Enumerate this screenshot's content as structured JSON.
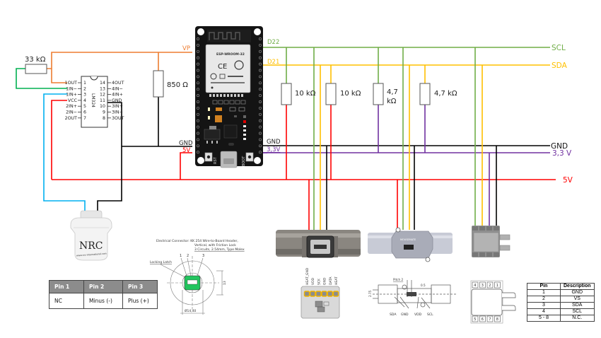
{
  "resistors": {
    "r_33k": "33 kΩ",
    "r_850": "850 Ω",
    "r_10k_a": "10 kΩ",
    "r_10k_b": "10 kΩ",
    "r_4k7_a_line1": "4,7",
    "r_4k7_a_line2": "kΩ",
    "r_4k7_b": "4,7 kΩ"
  },
  "opamp": {
    "chip_label": "LM324",
    "left_pins": [
      {
        "num": "1",
        "name": "1OUT"
      },
      {
        "num": "2",
        "name": "1IN−"
      },
      {
        "num": "3",
        "name": "1IN+"
      },
      {
        "num": "4",
        "name": "VCC"
      },
      {
        "num": "5",
        "name": "2IN+"
      },
      {
        "num": "6",
        "name": "2IN−"
      },
      {
        "num": "7",
        "name": "2OUT"
      }
    ],
    "right_pins": [
      {
        "num": "14",
        "name": "4OUT"
      },
      {
        "num": "13",
        "name": "4IN−"
      },
      {
        "num": "12",
        "name": "4IN+"
      },
      {
        "num": "11",
        "name": "GND"
      },
      {
        "num": "10",
        "name": "3IN+"
      },
      {
        "num": "9",
        "name": "3IN−"
      },
      {
        "num": "8",
        "name": "3OUT"
      }
    ]
  },
  "esp32": {
    "module_label": "ESP-WROOM-32",
    "pin_vp": "VP",
    "pin_gnd_left": "GND",
    "pin_5v": "5V",
    "pin_d22": "D22",
    "pin_d21": "D21",
    "pin_gnd_right": "GND",
    "pin_3v3": "3,3V",
    "btn_rst": "RST",
    "btn_boot": "BOOT"
  },
  "buses": {
    "scl": "SCL",
    "sda": "SDA",
    "gnd": "GND",
    "v33": "3,3 V",
    "v5": "5V"
  },
  "colors": {
    "scl": "#70ad47",
    "sda": "#ffc000",
    "gnd": "#000000",
    "v33": "#7030a0",
    "v5": "#ff0000",
    "vp": "#ed7d31",
    "feedback": "#00b050",
    "sensor_in": "#00b0f0"
  },
  "o2_sensor": {
    "brand": "NRC",
    "url": "www.nrc-international.com"
  },
  "o2_pin_table": {
    "headers": [
      "Pin 1",
      "Pin 2",
      "Pin 3"
    ],
    "row": [
      "NC",
      "Minus (-)",
      "Plus (+)"
    ]
  },
  "connector_drawing": {
    "title_line1": "Electrical Connector: KK 254 Wire-to-Board Header,",
    "title_line2": "Vertical, with Friction Lock",
    "title_line3": "3 Circuits, 2.54mm, Type Molex",
    "locking_latch": "Locking Latch",
    "pin_labels": [
      "1",
      "2",
      "3"
    ],
    "dim_height": "13",
    "dim_diameter": "Ø14,40"
  },
  "flow_sensor_1": {
    "pin_labels": [
      "HEAT_GND",
      "VDD",
      "SCK",
      "GND",
      "DATA",
      "HEAT"
    ]
  },
  "flow_sensor_2": {
    "body_label": "MOUSEMATE",
    "pitch": "Pitch 2",
    "dim_05": "0.5",
    "dim_275": "2.75",
    "pin_labels": [
      "SDA",
      "GND",
      "VDD",
      "SCL"
    ]
  },
  "pressure_sensor": {
    "top_pins": [
      "4",
      "3",
      "2",
      "1"
    ],
    "bottom_pins": [
      "5",
      "6",
      "7",
      "8"
    ]
  },
  "pressure_pin_table": {
    "headers": [
      "Pin",
      "Description"
    ],
    "rows": [
      [
        "1",
        "GND"
      ],
      [
        "2",
        "VS"
      ],
      [
        "3",
        "SDA"
      ],
      [
        "4",
        "SCL"
      ],
      [
        "5 - 8",
        "N.C."
      ]
    ]
  }
}
